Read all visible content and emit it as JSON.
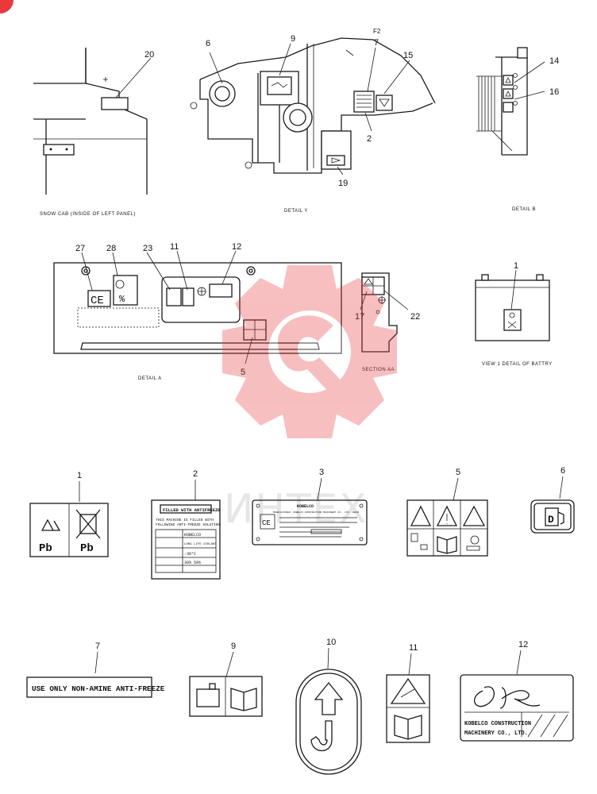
{
  "colors": {
    "line": "#1a1a1a",
    "watermark": "#e8393d",
    "background": "#ffffff"
  },
  "captions": {
    "snow_cab": "SNOW CAB (INSIDE OF LEFT PANEL)",
    "detail_y": "DETAIL Y",
    "detail_b": "DETAIL B",
    "detail_a": "DETAIL A",
    "section_aa": "SECTION AA",
    "battery": "VIEW 1 DETAIL OF BATTRY"
  },
  "callouts": {
    "c20": "20",
    "c6": "6",
    "c9": "9",
    "cf2": "F2",
    "c7": "7",
    "c15": "15",
    "c2": "2",
    "c19": "19",
    "c14": "14",
    "c16": "16",
    "c27": "27",
    "c28": "28",
    "c23": "23",
    "c11": "11",
    "c12": "12",
    "c5": "5",
    "c17": "17",
    "c22": "22",
    "c1": "1"
  },
  "decals": {
    "d1": {
      "num": "1",
      "left": "Pb",
      "right": "Pb"
    },
    "d2": {
      "num": "2",
      "title": "FILLED WITH ANTIFREEZE",
      "line1": "THIS MACHINE IS FILLED WITH",
      "line2": "FOLLOWING ANTI-FREEZE SOLUTION",
      "cell_a": "KOBELCO",
      "cell_b": "LONG LIFE COOLANT",
      "cell_c": "-36°C",
      "cell_d": "30%  50%"
    },
    "d3": {
      "num": "3",
      "brand": "KOBELCO",
      "maker": "MANUFACTURER: KOBELCO CONSTRUCTION MACHINERY CO., LTD. JAPAN"
    },
    "d5": {
      "num": "5"
    },
    "d6": {
      "num": "6",
      "letter": "D"
    },
    "d7": {
      "num": "7",
      "text": "USE ONLY NON-AMINE ANTI-FREEZE"
    },
    "d9": {
      "num": "9"
    },
    "d10": {
      "num": "10"
    },
    "d11": {
      "num": "11"
    },
    "d12": {
      "num": "12",
      "line1": "KOBELCO CONSTRUCTION",
      "line2": "MACHINERY CO., LTD."
    }
  },
  "watermark": {
    "text": "ИНТЕХ"
  }
}
